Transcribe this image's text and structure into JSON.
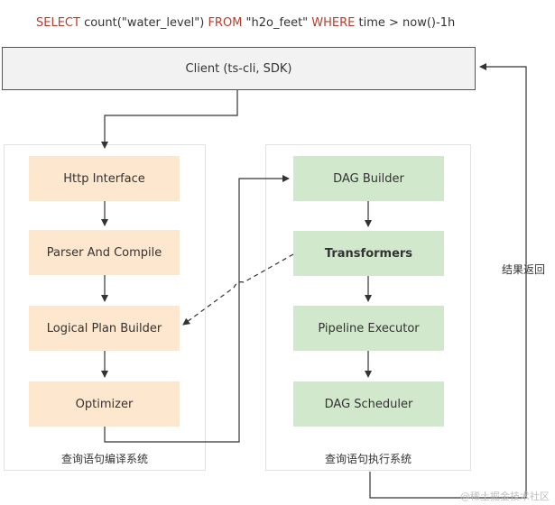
{
  "query": {
    "kw_select": "SELECT",
    "part1": " count(\"water_level\")  ",
    "kw_from": "FROM",
    "part2": " \"h2o_feet\" ",
    "kw_where": "WHERE",
    "part3": " time > now()-1h"
  },
  "client": {
    "label": "Client  (ts-cli, SDK)"
  },
  "compile_system": {
    "title": "查询语句编译系统",
    "nodes": [
      "Http Interface",
      "Parser And Compile",
      "Logical Plan Builder",
      "Optimizer"
    ]
  },
  "execute_system": {
    "title": "查询语句执行系统",
    "nodes": [
      "DAG Builder",
      "Transformers",
      "Pipeline Executor",
      "DAG Scheduler"
    ]
  },
  "return_label": "结果返回",
  "watermark": "@稀土掘金技术社区",
  "colors": {
    "keyword": "#c0392b",
    "compile_node": "#fde8cf",
    "execute_node": "#d2e8cd",
    "client_bg": "#f2f2f2",
    "line": "#333333"
  }
}
